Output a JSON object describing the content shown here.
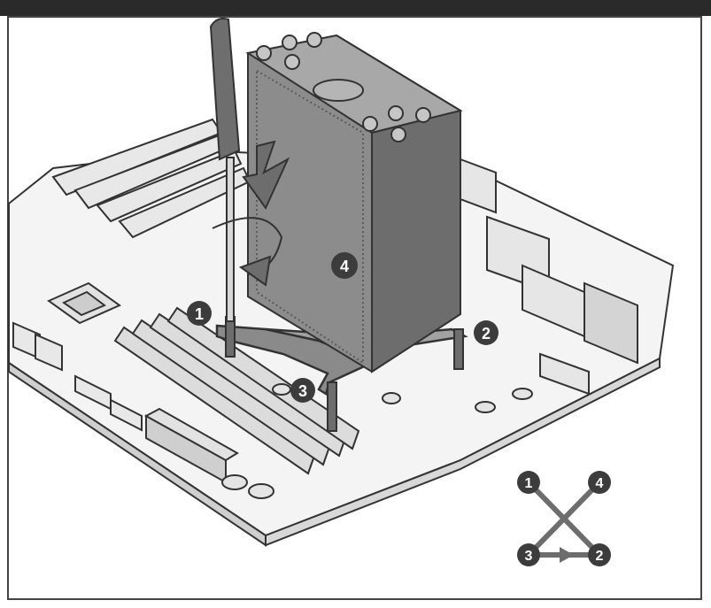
{
  "illustration": {
    "subject": "cpu-cooler-installation",
    "screw_labels": [
      "1",
      "2",
      "3",
      "4"
    ]
  },
  "sequence_diagram": {
    "nodes": [
      "1",
      "4",
      "3",
      "2"
    ],
    "order": [
      "1",
      "2",
      "3",
      "4"
    ]
  },
  "colors": {
    "line": "#333333",
    "fill_light": "#e6e6e6",
    "fill_mid": "#bdbdbd",
    "fill_dark": "#6d6d6d",
    "badge": "#3c3c3c",
    "badge_text": "#ffffff"
  }
}
